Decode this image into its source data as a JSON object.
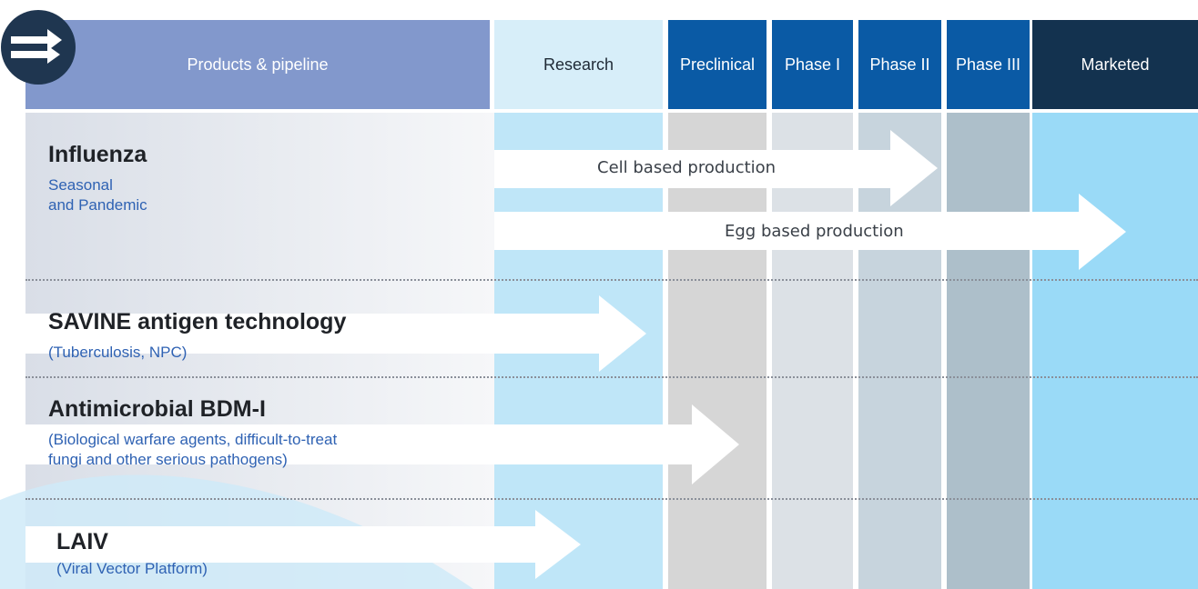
{
  "header": {
    "title": "Products & pipeline",
    "stages": [
      "Research",
      "Preclinical",
      "Phase I",
      "Phase II",
      "Phase III",
      "Marketed"
    ]
  },
  "rows": [
    {
      "title": "Influenza",
      "subtitle": [
        "Seasonal",
        "and Pandemic"
      ]
    },
    {
      "title": "SAVINE antigen technology",
      "subtitle": [
        "(Tuberculosis, NPC)"
      ]
    },
    {
      "title": "Antimicrobial BDM-I",
      "subtitle": [
        "(Biological warfare agents, difficult-to-treat",
        "fungi and other serious pathogens)"
      ]
    },
    {
      "title": "LAIV",
      "subtitle": [
        "(Viral Vector Platform)"
      ]
    }
  ],
  "arrows": {
    "cell": "Cell based production",
    "egg": "Egg based production"
  },
  "colors": {
    "header_title_bg": "#8298cc",
    "research_header_bg": "#d7eef9",
    "phase_header_bg": "#0a5aa5",
    "marketed_header_bg": "#13324f",
    "subtitle_text": "#2f62b3"
  }
}
